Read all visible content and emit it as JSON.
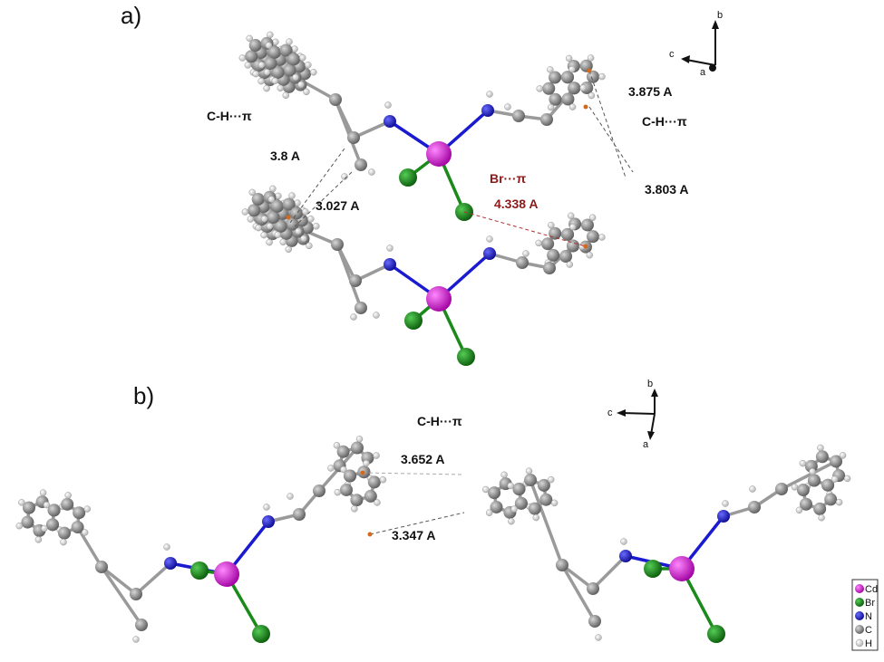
{
  "panels": {
    "a": {
      "label": "a)",
      "interactions": [
        "C-H···π",
        "C-H···π",
        "Br···π"
      ],
      "distances": [
        "3.875 A",
        "3.8 A",
        "3.027 A",
        "3.803 A",
        "4.338 A"
      ],
      "axes": {
        "b": "b",
        "c": "c",
        "a": "a"
      }
    },
    "b": {
      "label": "b)",
      "interactions": [
        "C-H···π"
      ],
      "distances": [
        "3.652 A",
        "3.347 A"
      ],
      "axes": {
        "b": "b",
        "c": "c",
        "a": "a"
      }
    }
  },
  "legend": {
    "items": [
      {
        "label": "Cd",
        "color": "#dd22dd"
      },
      {
        "label": "Br",
        "color": "#1a8a1a"
      },
      {
        "label": "N",
        "color": "#1a1ad0"
      },
      {
        "label": "C",
        "color": "#808080"
      },
      {
        "label": "H",
        "color": "#ffffff"
      }
    ]
  },
  "colors": {
    "cd": "#dd22dd",
    "br": "#1a8a1a",
    "n": "#1a1ad0",
    "c": "#858585",
    "h": "#f2f2f2",
    "contact": "#555555",
    "contact_red": "#b03030",
    "centroid": "#d2691e"
  }
}
